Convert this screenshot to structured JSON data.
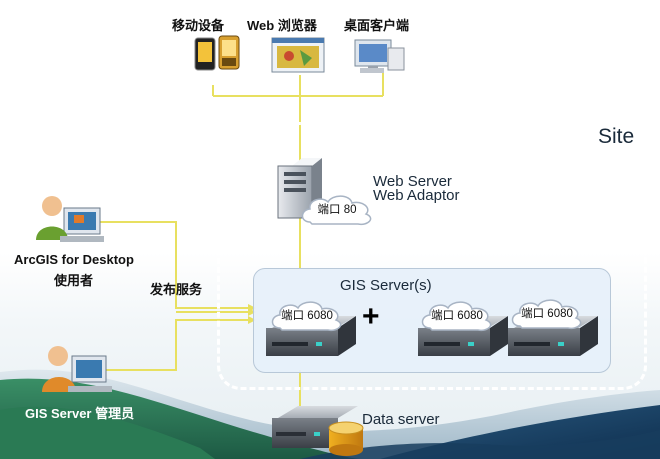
{
  "clients": {
    "mobile_label": "移动设备",
    "browser_label": "Web 浏览器",
    "desktop_label": "桌面客户端"
  },
  "site_label": "Site",
  "web_server": {
    "line1": "Web Server",
    "line2": "Web Adaptor",
    "port_label": "端口 80"
  },
  "gis_server": {
    "title": "GIS Server(s)",
    "port_label": "端口 6080",
    "plus": "+"
  },
  "users": {
    "arcgis_desktop_line1": "ArcGIS for Desktop",
    "arcgis_desktop_line2": "使用者",
    "publish_label": "发布服务",
    "admin_label": "GIS Server 管理员"
  },
  "data_server_label": "Data server",
  "colors": {
    "connector": "#e8e060",
    "site_border": "#ffffff",
    "wave_dark": "#1f4a6e",
    "wave_green": "#2f8a5a",
    "server_body": "#5a5f66"
  }
}
